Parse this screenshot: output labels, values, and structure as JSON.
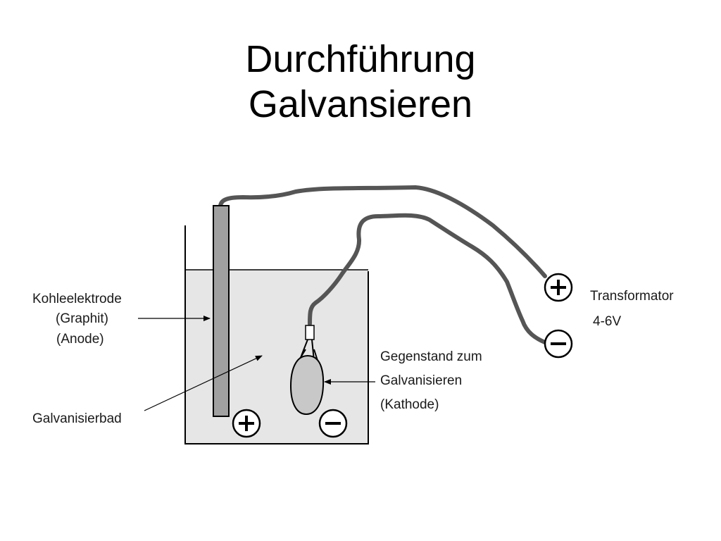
{
  "title": {
    "line1": "Durchführung",
    "line2": "Galvansieren"
  },
  "labels": {
    "anode_line1": "Kohleelektrode",
    "anode_line2": "(Graphit)",
    "anode_line3": "(Anode)",
    "bath": "Galvanisierbad",
    "object_line1": "Gegenstand zum",
    "object_line2": "Galvanisieren",
    "object_line3": "(Kathode)",
    "transformer_line1": "Transformator",
    "transformer_line2": "4-6V"
  },
  "colors": {
    "bath_fill": "#e6e6e6",
    "electrode_fill": "#a0a0a0",
    "wire": "#555555",
    "object_fill": "#c8c8c8"
  }
}
